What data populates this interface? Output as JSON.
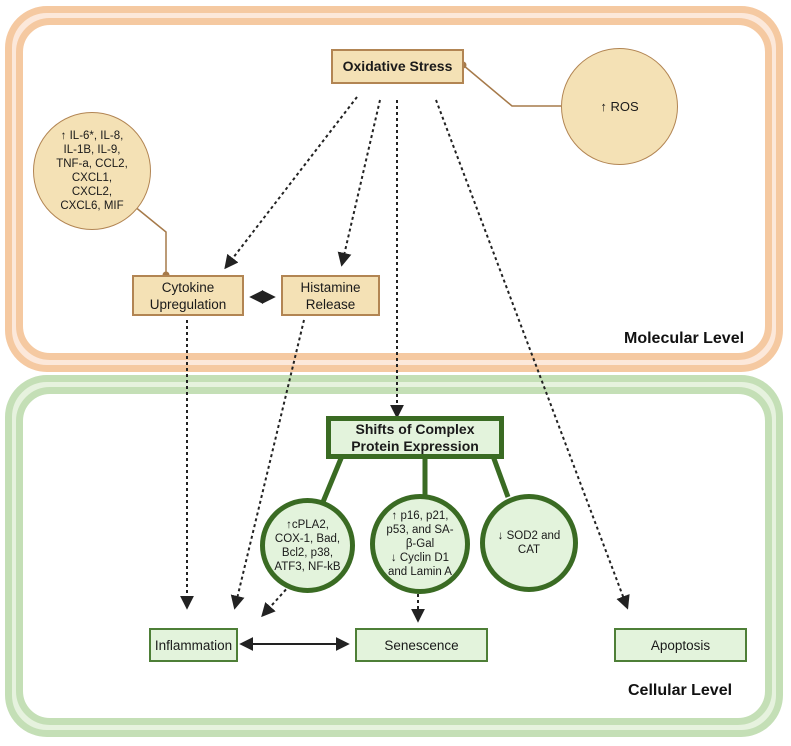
{
  "levels": {
    "molecular": "Molecular Level",
    "cellular": "Cellular Level"
  },
  "nodes": {
    "oxidative_stress": "Oxidative Stress",
    "ros": "↑ ROS",
    "cytokines_list": "↑ IL-6*, IL-8,\nIL-1B, IL-9,\nTNF-a, CCL2,\nCXCL1,\nCXCL2,\nCXCL6,  MIF",
    "cytokine_upregulation": "Cytokine Upregulation",
    "histamine_release": "Histamine Release",
    "shifts_protein": "Shifts of Complex Protein Expression",
    "circle_left": "↑cPLA2,\nCOX-1, Bad,\nBcl2, p38,\nATF3, NF-kB",
    "circle_middle": "↑ p16, p21,\np53, and SA-\nβ-Gal\n↓ Cyclin D1\nand Lamin A",
    "circle_right": "↓ SOD2 and\nCAT",
    "inflammation": "Inflammation",
    "senescence": "Senescence",
    "apoptosis": "Apoptosis"
  },
  "colors": {
    "molecular_border": "#f5c9a1",
    "cellular_border": "#c4dfb6",
    "tan_fill": "#f4e1b5",
    "tan_border": "#b28553",
    "green_fill": "#e3f3dc",
    "green_border": "#3a6b23"
  }
}
